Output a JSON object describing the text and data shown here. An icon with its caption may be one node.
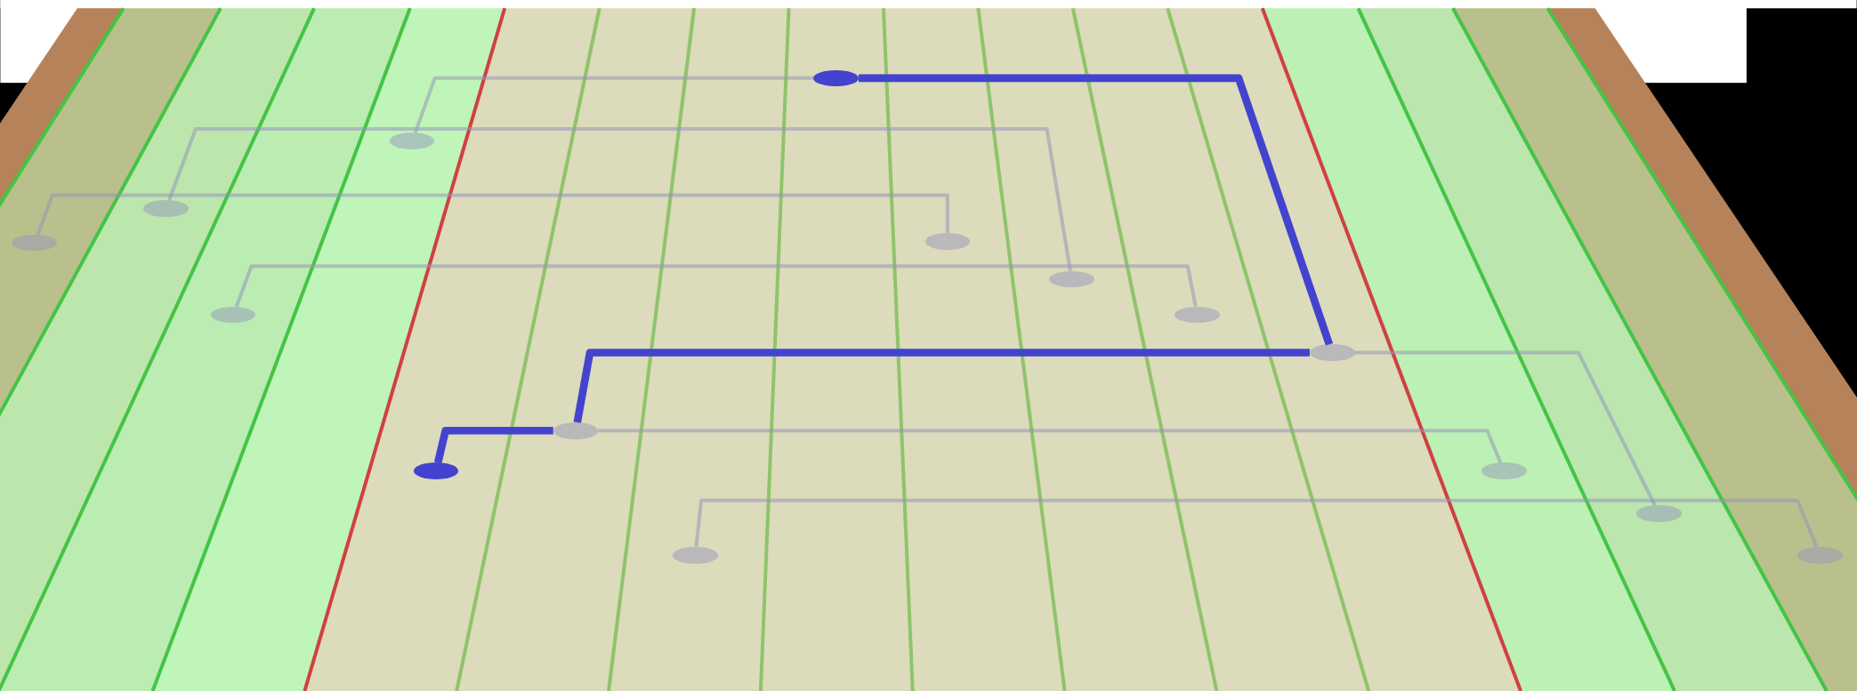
{
  "diagram": {
    "nodes": [
      {
        "text": [],
        "shape": "ellipse"
      },
      {
        "text": [],
        "shape": "ellipse"
      },
      {
        "text": [],
        "shape": "ellipse"
      },
      {
        "text": [],
        "shape": "ellipse"
      },
      {
        "text": [],
        "shape": "ellipse"
      },
      {
        "text": [],
        "shape": "ellipse"
      },
      {
        "text": [],
        "shape": "ellipse"
      },
      {
        "text": [],
        "shape": "ellipse"
      },
      {
        "text": [],
        "shape": "ellipse"
      },
      {
        "text": [],
        "shape": "ellipse"
      },
      {
        "text": [],
        "shape": "ellipse"
      },
      {
        "text": [],
        "shape": "ellipse"
      },
      {
        "text": [],
        "shape": "ellipse"
      },
      {
        "text": [],
        "shape": "ellipse"
      },
      {
        "text": [],
        "shape": "ellipse"
      }
    ],
    "edges": [
      {
        "from": 0,
        "to": 8,
        "arrow": "none",
        "style": "thick",
        "color": "#4343cf"
      },
      {
        "from": 8,
        "to": 9,
        "arrow": "none",
        "style": "thick",
        "color": "#4343cf"
      },
      {
        "from": 9,
        "to": 10,
        "arrow": "none",
        "style": "thick",
        "color": "#4343cf"
      },
      {
        "from": 1,
        "to": 0,
        "arrow": "none"
      },
      {
        "from": 2,
        "to": 5,
        "arrow": "none"
      },
      {
        "from": 3,
        "to": 4,
        "arrow": "none"
      },
      {
        "from": 6,
        "to": 7,
        "arrow": "none"
      },
      {
        "from": 8,
        "to": 12,
        "arrow": "none"
      },
      {
        "from": 9,
        "to": 11,
        "arrow": "none"
      },
      {
        "from": 13,
        "to": 14,
        "arrow": "none"
      }
    ]
  }
}
